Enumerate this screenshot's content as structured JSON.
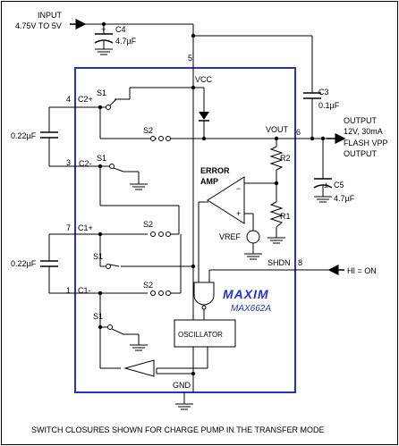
{
  "input": {
    "line1": "INPUT",
    "line2": "4.75V TO 5V"
  },
  "c4": {
    "name": "C4",
    "value": "4.7µF",
    "plus": "+"
  },
  "pin5": "5",
  "vcc": "VCC",
  "c3": {
    "name": "C3",
    "value": "0.1µF"
  },
  "output": {
    "line1": "OUTPUT",
    "line2": "12V, 30mA",
    "line3": "FLASH VPP",
    "line4": "OUTPUT"
  },
  "pin6": "6",
  "vout": "VOUT",
  "c5": {
    "name": "C5",
    "value": "4.7µF",
    "plus": "±"
  },
  "pin4": "4",
  "c2p": "C2+",
  "s1_a": "S1",
  "s2_a": "S2",
  "cap_top_value": "0.22µF",
  "pin3": "3",
  "c2m": "C2-",
  "s1_b": "S1",
  "error_amp": {
    "line1": "ERROR",
    "line2": "AMP"
  },
  "r2": "R2",
  "r1": "R1",
  "amp_minus": "−",
  "amp_plus": "+",
  "vref": "VREF",
  "pin7": "7",
  "c1p": "C1+",
  "s2_b": "S2",
  "cap_bottom_value": "0.22µF",
  "s1_c": "S1",
  "shdn": "SHDN",
  "pin8": "8",
  "hi_on": "HI = ON",
  "pin1": "1",
  "c1m": "C1-",
  "s2_c": "S2",
  "brand": "MAXIM",
  "part": "MAX662A",
  "s1_d": "S1",
  "oscillator": "OSCILLATOR",
  "gnd": "GND",
  "footer": "SWITCH CLOSURES SHOWN FOR CHARGE PUMP IN THE TRANSFER MODE"
}
